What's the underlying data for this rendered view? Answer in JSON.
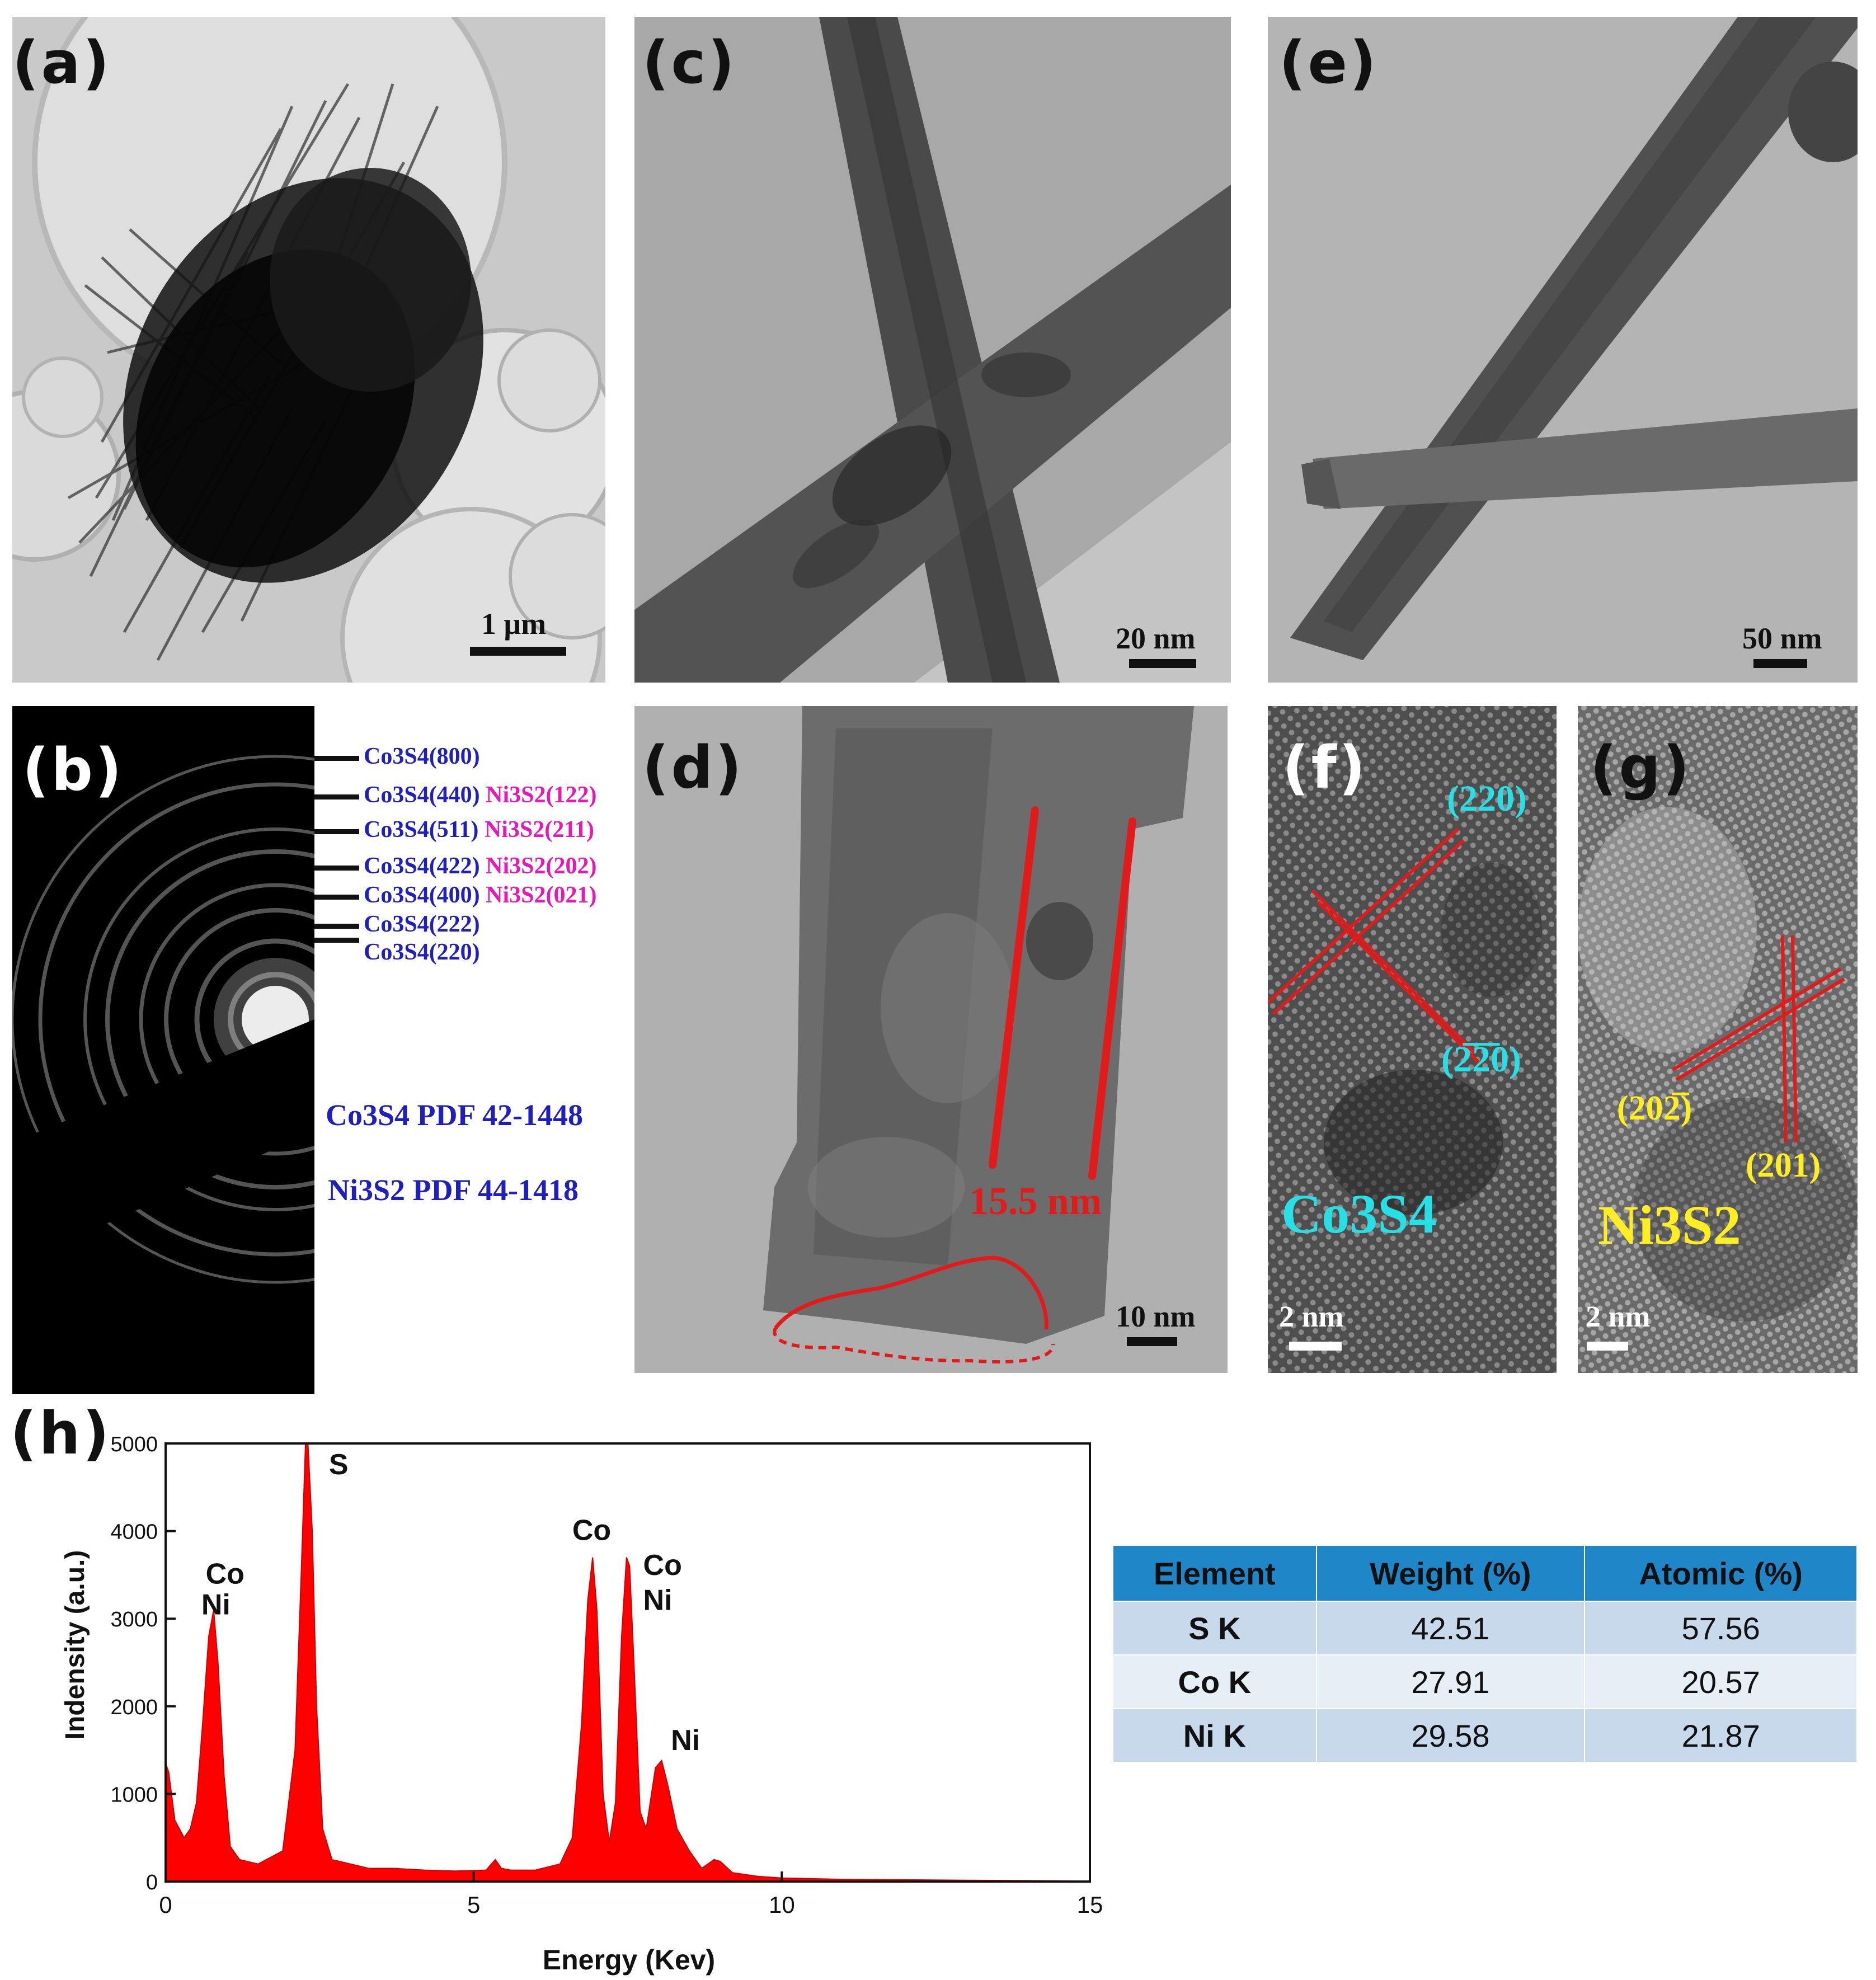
{
  "panels": {
    "a": {
      "label": "(a)",
      "scale_bar": "1 μm"
    },
    "b": {
      "label": "(b)",
      "rings": [
        {
          "co": "Co3S4(800)",
          "ni": ""
        },
        {
          "co": "Co3S4(440)",
          "ni": "Ni3S2(122)"
        },
        {
          "co": "Co3S4(511)",
          "ni": "Ni3S2(211)"
        },
        {
          "co": "Co3S4(422)",
          "ni": "Ni3S2(202)"
        },
        {
          "co": "Co3S4(400)",
          "ni": "Ni3S2(021)"
        },
        {
          "co": "Co3S4(222)",
          "ni": ""
        },
        {
          "co": "Co3S4(220)",
          "ni": ""
        }
      ],
      "pdf_co": "Co3S4 PDF 42-1448",
      "pdf_ni": "Ni3S2 PDF 44-1418"
    },
    "c": {
      "label": "(c)",
      "scale_bar": "20 nm"
    },
    "d": {
      "label": "(d)",
      "scale_bar": "10 nm",
      "measurement": "15.5 nm"
    },
    "e": {
      "label": "(e)",
      "scale_bar": "50 nm"
    },
    "f": {
      "label": "(f)",
      "scale_bar": "2 nm",
      "plane_1": "(220)",
      "plane_2": "(2̅2̅0)",
      "phase": "Co3S4"
    },
    "g": {
      "label": "(g)",
      "scale_bar": "2 nm",
      "plane_1": "(202̅)",
      "plane_2": "(201)",
      "phase": "Ni3S2"
    },
    "h": {
      "label": "(h)"
    }
  },
  "colors": {
    "co_label": "#1f1fbf",
    "ni_label": "#e619b8",
    "cyan_label": "#27e0e6",
    "yellow_label": "#ffee22",
    "lattice_lines": "#e21a1a",
    "spectrum_fill": "#ff0000",
    "table_header": "#1f86c7"
  },
  "chart_data": {
    "type": "area",
    "title": "",
    "xlabel": "Energy (Kev)",
    "ylabel": "Indensity (a.u.)",
    "xlim": [
      0,
      15
    ],
    "ylim": [
      0,
      5000
    ],
    "xticks": [
      0,
      5,
      10,
      15
    ],
    "yticks": [
      0,
      1000,
      2000,
      3000,
      4000,
      5000
    ],
    "grid": false,
    "series": [
      {
        "x": [
          0,
          0.05,
          0.15,
          0.3,
          0.4,
          0.5,
          0.6,
          0.7,
          0.78,
          0.85,
          0.95,
          1.05,
          1.2,
          1.5,
          1.9,
          2.1,
          2.2,
          2.27,
          2.31,
          2.38,
          2.45,
          2.55,
          2.7,
          3.0,
          3.3,
          3.7,
          4.2,
          4.7,
          5.2,
          5.35,
          5.45,
          5.6,
          6.0,
          6.4,
          6.6,
          6.75,
          6.85,
          6.93,
          7.0,
          7.1,
          7.2,
          7.3,
          7.4,
          7.48,
          7.53,
          7.6,
          7.7,
          7.8,
          7.95,
          8.05,
          8.15,
          8.3,
          8.5,
          8.7,
          8.9,
          9.0,
          9.2,
          9.6,
          10.0,
          11,
          12,
          13,
          14,
          15
        ],
        "y": [
          1350,
          1250,
          700,
          500,
          600,
          900,
          1800,
          2800,
          3100,
          2500,
          1200,
          400,
          250,
          200,
          350,
          1500,
          3500,
          5000,
          5000,
          4000,
          2000,
          600,
          250,
          200,
          150,
          150,
          130,
          120,
          130,
          250,
          150,
          130,
          130,
          200,
          500,
          1800,
          3200,
          3700,
          3100,
          1000,
          450,
          900,
          2800,
          3700,
          3600,
          2500,
          800,
          600,
          1300,
          1380,
          1100,
          600,
          350,
          150,
          250,
          230,
          100,
          60,
          40,
          25,
          20,
          15,
          10,
          5
        ]
      }
    ],
    "annotations": [
      {
        "text": "Co",
        "x": 0.65,
        "y": 3400
      },
      {
        "text": "Ni",
        "x": 0.58,
        "y": 3050
      },
      {
        "text": "S",
        "x": 2.65,
        "y": 4650
      },
      {
        "text": "Co",
        "x": 6.6,
        "y": 3900
      },
      {
        "text": "Co",
        "x": 7.75,
        "y": 3500
      },
      {
        "text": "Ni",
        "x": 7.75,
        "y": 3100
      },
      {
        "text": "Ni",
        "x": 8.2,
        "y": 1500
      }
    ]
  },
  "table": {
    "headers": [
      "Element",
      "Weight (%)",
      "Atomic (%)"
    ],
    "rows": [
      [
        "S K",
        "42.51",
        "57.56"
      ],
      [
        "Co K",
        "27.91",
        "20.57"
      ],
      [
        "Ni K",
        "29.58",
        "21.87"
      ]
    ]
  }
}
